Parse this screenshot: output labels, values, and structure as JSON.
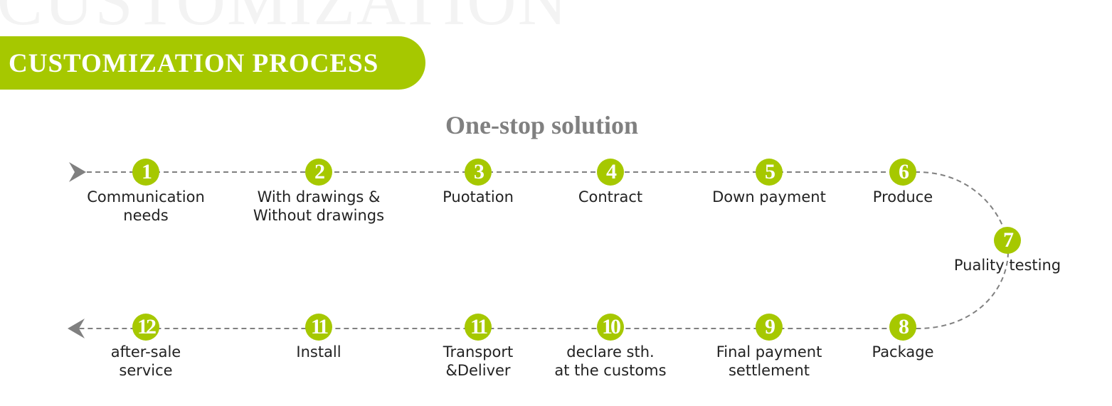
{
  "watermark": "CUSTOMIZATION",
  "banner_title": "CUSTOMIZATION PROCESS",
  "subtitle": "One-stop solution",
  "accent_color": "#a6c800",
  "steps": [
    {
      "num": "1",
      "label": [
        "Communication",
        "needs"
      ]
    },
    {
      "num": "2",
      "label": [
        "With drawings &",
        "Without drawings"
      ]
    },
    {
      "num": "3",
      "label": [
        "Puotation"
      ]
    },
    {
      "num": "4",
      "label": [
        "Contract"
      ]
    },
    {
      "num": "5",
      "label": [
        "Down payment"
      ]
    },
    {
      "num": "6",
      "label": [
        "Produce"
      ]
    },
    {
      "num": "7",
      "label": [
        "Puality testing"
      ]
    },
    {
      "num": "8",
      "label": [
        "Package"
      ]
    },
    {
      "num": "9",
      "label": [
        "Final payment",
        "settlement"
      ]
    },
    {
      "num": "10",
      "label": [
        "declare sth.",
        "at the customs"
      ]
    },
    {
      "num": "11",
      "label": [
        "Transport",
        "&Deliver"
      ]
    },
    {
      "num": "11",
      "label": [
        "Install"
      ]
    },
    {
      "num": "12",
      "label": [
        "after-sale",
        "service"
      ]
    }
  ]
}
